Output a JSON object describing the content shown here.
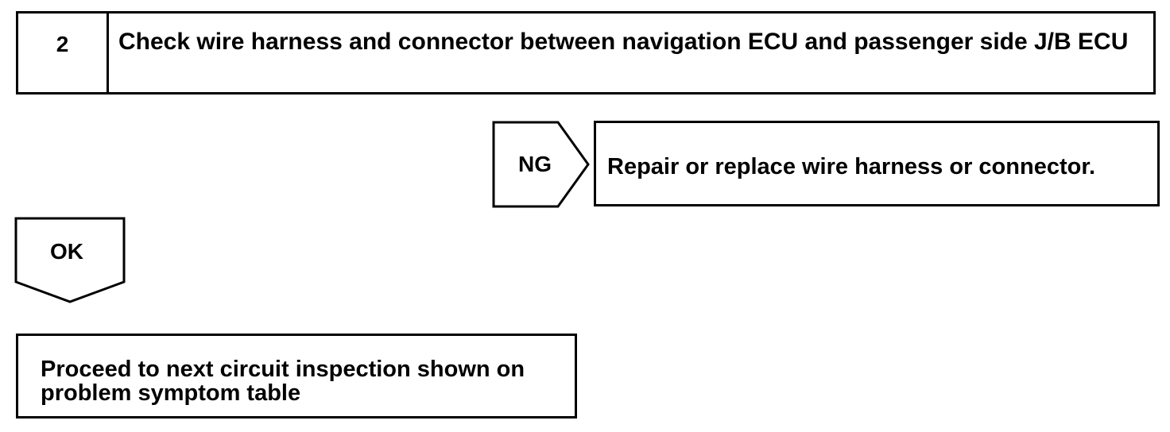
{
  "step": {
    "number": "2",
    "title": "Check wire harness and connector between navigation ECU and passenger side J/B ECU"
  },
  "ng_branch": {
    "label": "NG",
    "result": "Repair or replace wire harness or connector."
  },
  "ok_branch": {
    "label": "OK",
    "result": "Proceed to next circuit inspection shown on problem symptom table"
  }
}
